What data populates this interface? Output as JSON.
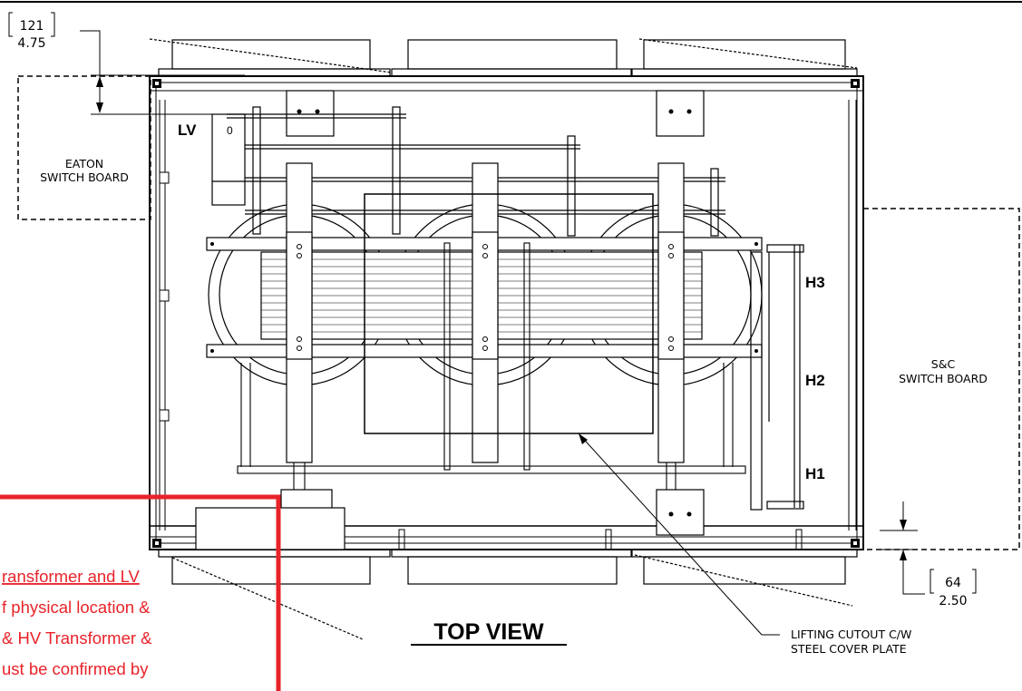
{
  "top_dim": {
    "mm": "121",
    "inch": "4.75"
  },
  "right_dim": {
    "mm": "64",
    "inch": "2.50"
  },
  "eaton_label": [
    "EATON",
    "SWITCH BOARD"
  ],
  "sc_label": [
    "S&C",
    "SWITCH BOARD"
  ],
  "lv_label": "LV",
  "terminals": [
    "H3",
    "H2",
    "H1"
  ],
  "view_title": "TOP VIEW",
  "cutout_label": [
    "LIFTING CUTOUT C/W",
    "STEEL COVER PLATE"
  ],
  "note_lines": [
    "ransformer and LV",
    "f physical location &",
    "& HV Transformer &",
    "ust be confirmed by"
  ],
  "small_label": "0",
  "colors": {
    "ink": "#000000",
    "note": "#e8232a"
  }
}
